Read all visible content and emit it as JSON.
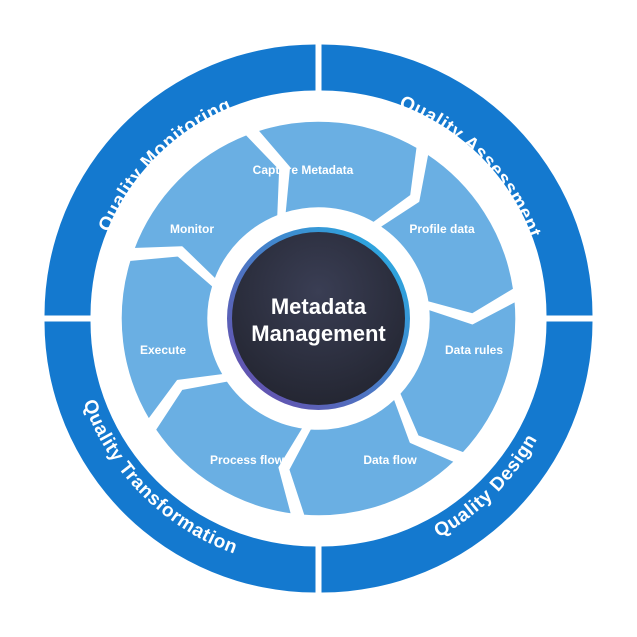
{
  "colors": {
    "outer_ring": "#1479cf",
    "inner_segment": "#6aafe3",
    "center_dark": "#2a2d3e",
    "center_border_violet": "#6b46a8",
    "center_border_cyan": "#25b3e6",
    "background": "#ffffff"
  },
  "center": {
    "line1": "Metadata",
    "line2": "Management"
  },
  "outer_ring": [
    {
      "label": "Quality Monitoring"
    },
    {
      "label": "Quality Assessment"
    },
    {
      "label": "Quality Design"
    },
    {
      "label": "Quality Transformation"
    }
  ],
  "inner_ring": [
    {
      "label": "Capture Metadata"
    },
    {
      "label": "Profile data"
    },
    {
      "label": "Data rules"
    },
    {
      "label": "Data flow"
    },
    {
      "label": "Process flow"
    },
    {
      "label": "Execute"
    },
    {
      "label": "Monitor"
    }
  ]
}
